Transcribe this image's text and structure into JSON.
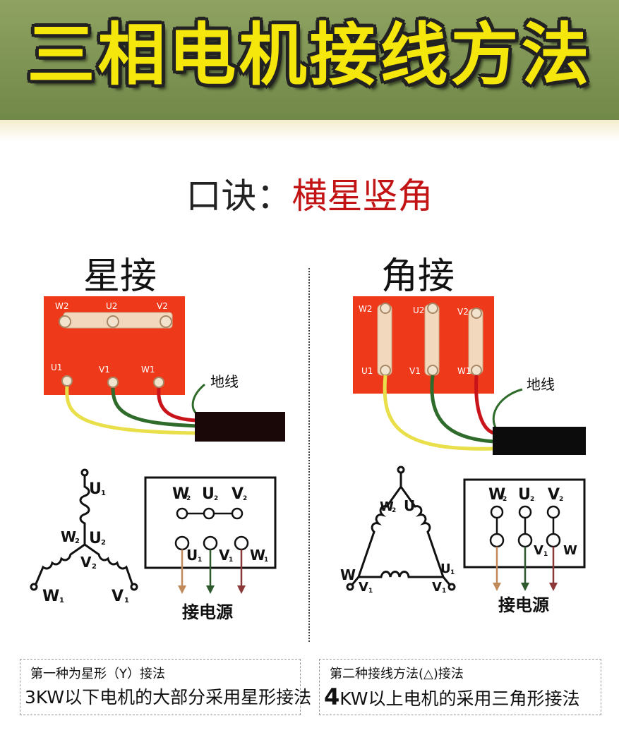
{
  "title": "三相电机接线方法",
  "motto": {
    "label": "口诀：",
    "text": "横星竖角"
  },
  "star": {
    "heading": "星接",
    "box_top": [
      "W2",
      "U2",
      "V2"
    ],
    "box_bottom": [
      "U1",
      "V1",
      "W1"
    ],
    "ground": "地线",
    "schematic": {
      "U1": "U",
      "U1_sub": "1",
      "U2": "U",
      "U2_sub": "2",
      "W2": "W",
      "W2_sub": "2",
      "V2": "V",
      "V2_sub": "2",
      "W1": "W",
      "W1_sub": "1",
      "V1": "V",
      "V1_sub": "1"
    },
    "terminal": {
      "W2": "W",
      "W2_sub": "2",
      "U2": "U",
      "U2_sub": "2",
      "V2": "V",
      "V2_sub": "2",
      "U1": "U",
      "U1_sub": "1",
      "V1": "V",
      "V1_sub": "1",
      "W1": "W",
      "W1_sub": "1"
    },
    "power": "接电源",
    "note_line1": "第一种为星形（Y）接法",
    "note_line2": "3KW以下电机的大部分采用星形接法"
  },
  "delta": {
    "heading": "角接",
    "box_top": [
      "W2",
      "U2",
      "V2"
    ],
    "box_bottom": [
      "U1",
      "V1",
      "W1"
    ],
    "ground": "地线",
    "schematic": {
      "top_left": "W",
      "top_left_sub": "2",
      "top_right": "U",
      "left": "W",
      "bottom_left": "V",
      "bottom_left_sub": "1",
      "bottom_right": "V",
      "bottom_right_sub": "1",
      "right": "U",
      "right_sub": "1"
    },
    "terminal": {
      "W2": "W",
      "W2_sub": "2",
      "U2": "U",
      "U2_sub": "2",
      "V2": "V",
      "V2_sub": "2",
      "V1": "V",
      "V1_sub": "1",
      "W1": "W",
      "W1_sub": ""
    },
    "power": "接电源",
    "note_line1": "第二种接线方法(△)接法",
    "note_line2_lead": "4",
    "note_line2": "KW以上电机的采用三角形接法"
  },
  "colors": {
    "panel": "#ee3a1a",
    "wire_yellow": "#e8df4a",
    "wire_green": "#2f6b2a",
    "wire_red": "#c8141a",
    "cable": "#1a0707",
    "arrow_left": "#c08a5c",
    "arrow_mid": "#2e5a2e",
    "arrow_right": "#8a3838"
  }
}
